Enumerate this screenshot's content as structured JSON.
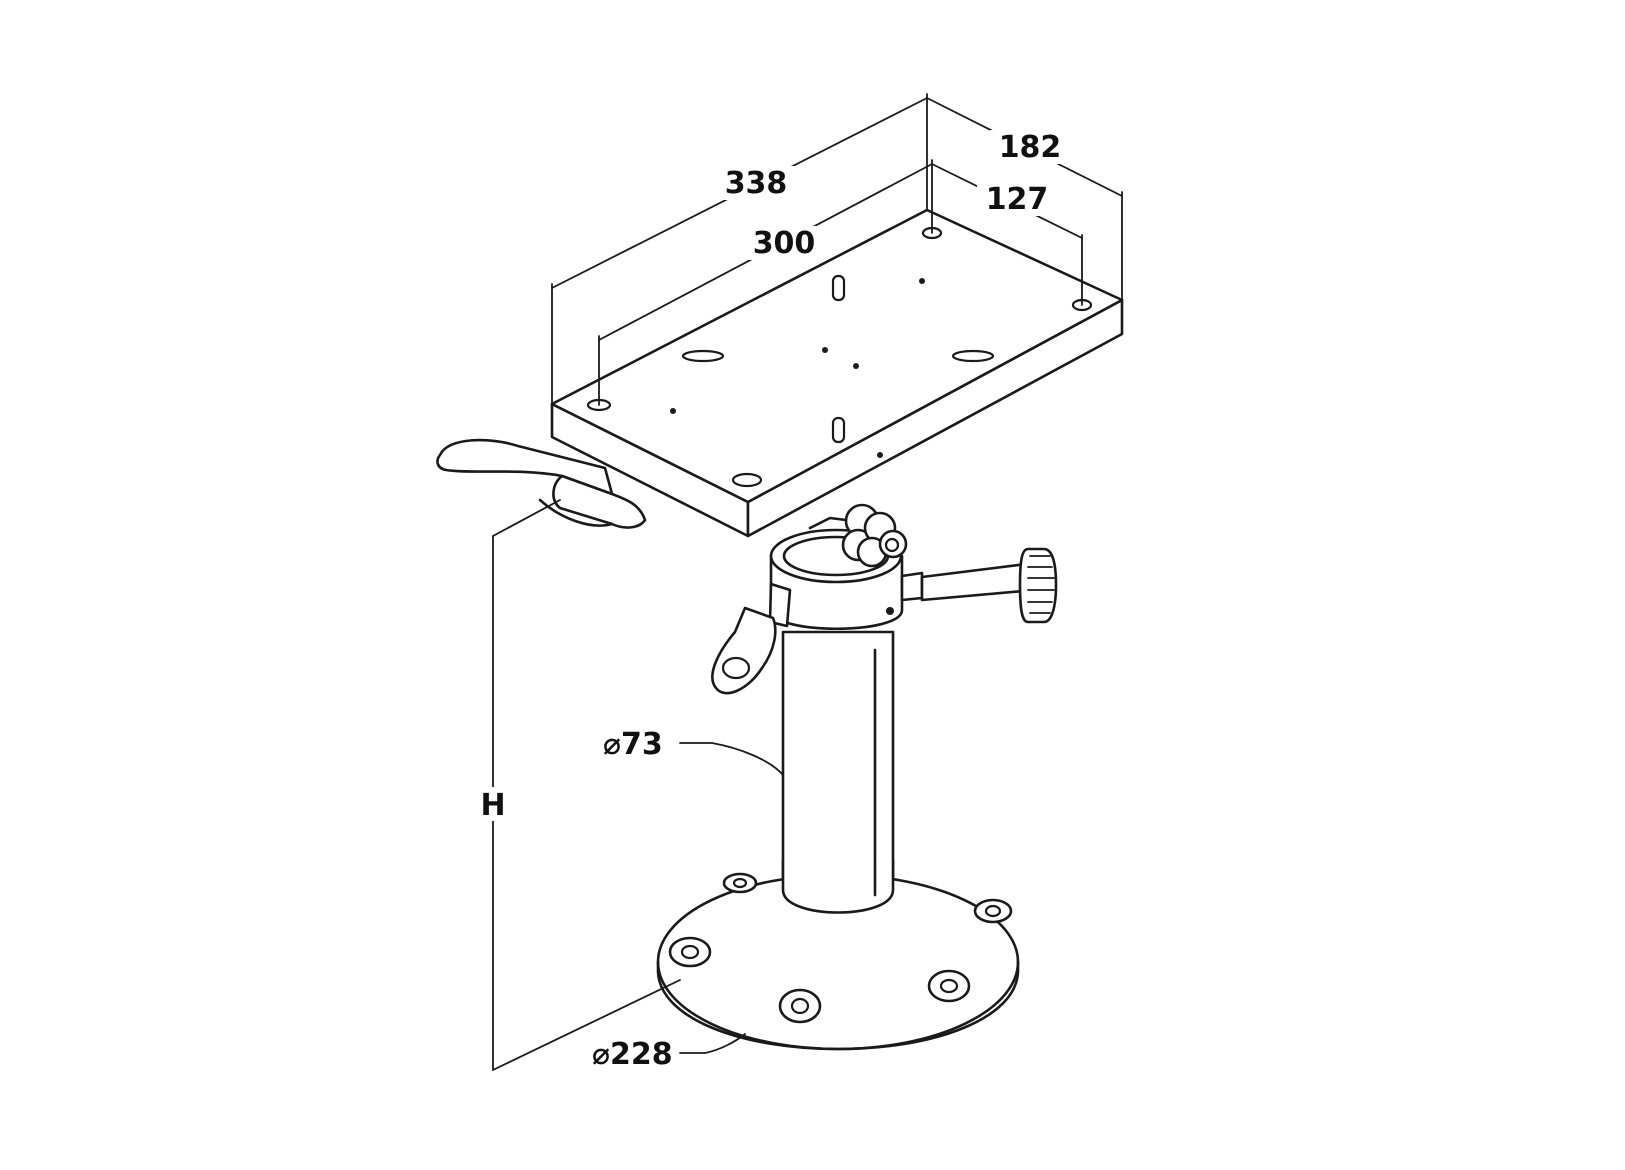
{
  "diagram": {
    "dimensions": {
      "plate_length_outer": "338",
      "plate_length_holes": "300",
      "plate_width_outer": "182",
      "plate_width_holes": "127",
      "column_diameter": "⌀73",
      "base_diameter": "⌀228",
      "height": "H"
    }
  }
}
